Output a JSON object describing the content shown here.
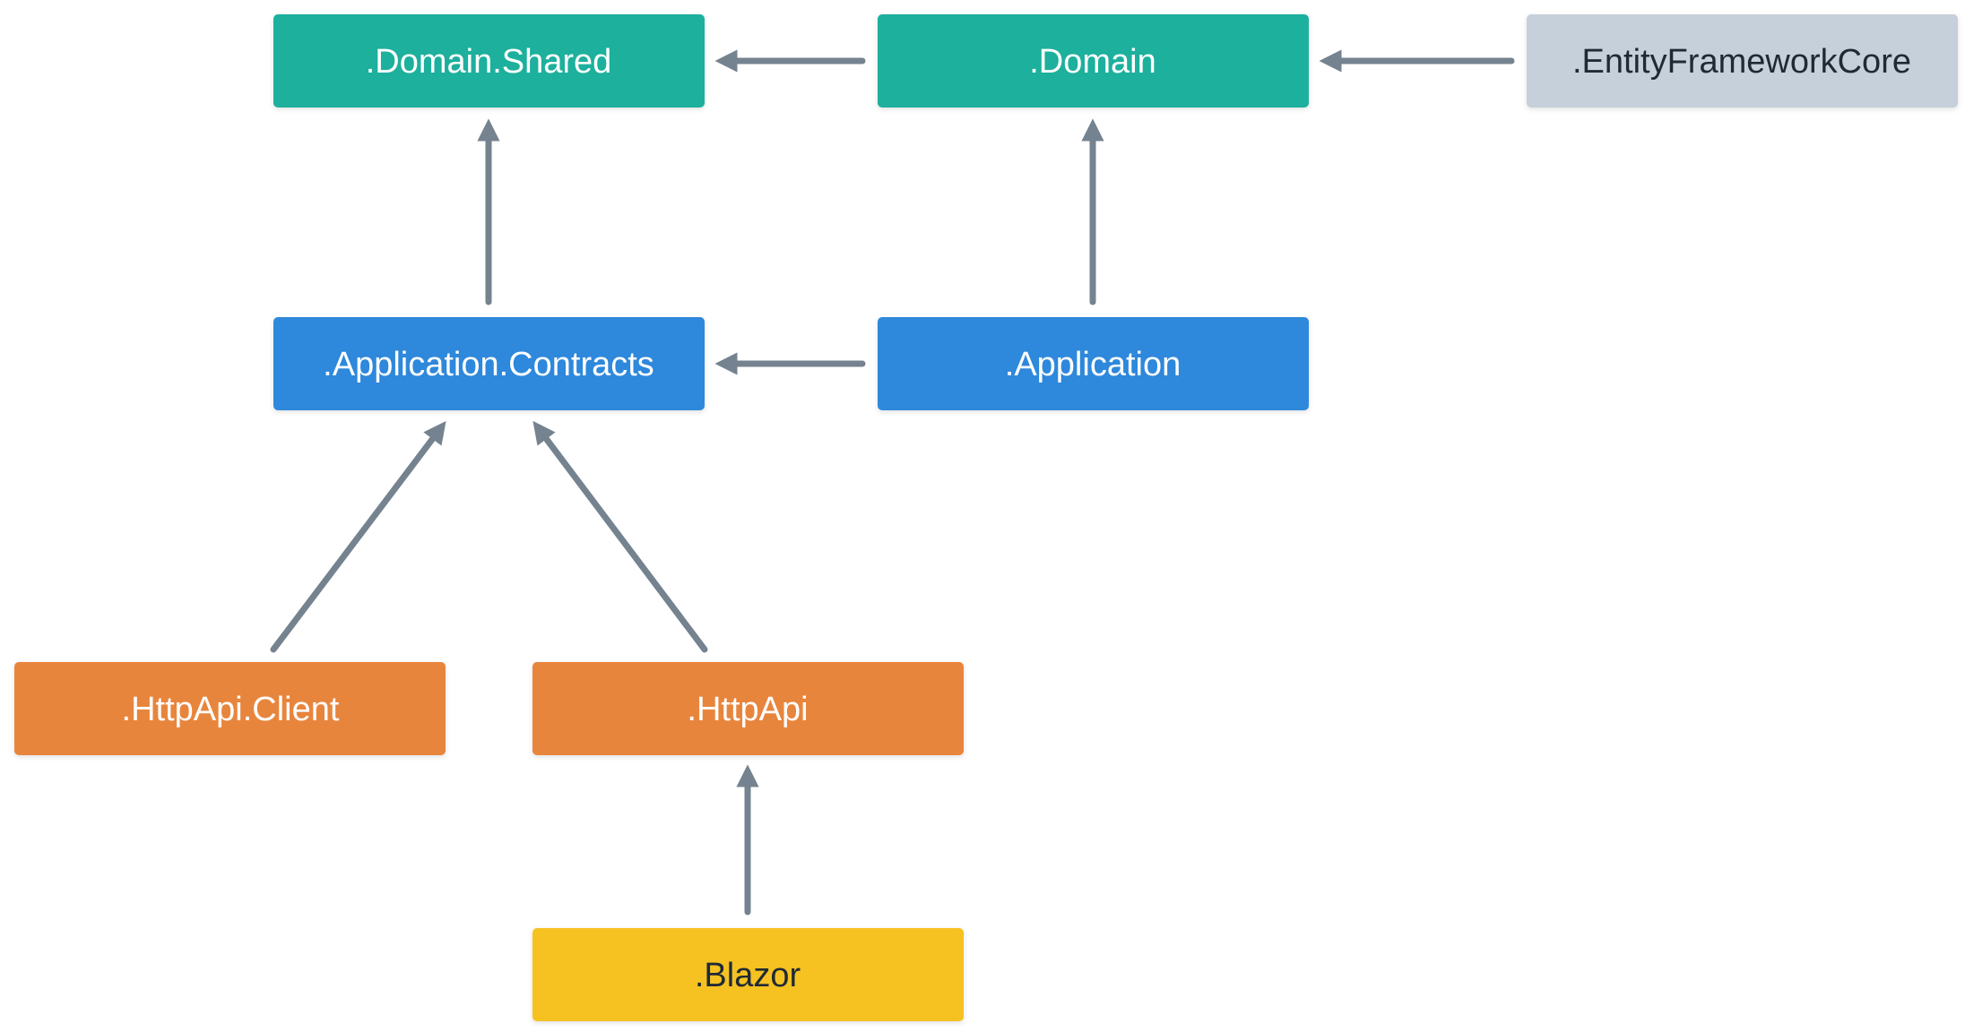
{
  "diagram": {
    "colors": {
      "domain": "#1cb09d",
      "application": "#2d88db",
      "httpapi": "#e8853c",
      "ui": "#f5c224",
      "infrastructure": "#c5d0da",
      "arrow": "#75828f",
      "light_text": "#ffffff",
      "dark_text": "#1f2a36"
    },
    "nodes": {
      "domain_shared": {
        "label": ".Domain.Shared"
      },
      "domain": {
        "label": ".Domain"
      },
      "entity_framework_core": {
        "label": ".EntityFrameworkCore"
      },
      "application_contracts": {
        "label": ".Application.Contracts"
      },
      "application": {
        "label": ".Application"
      },
      "httpapi_client": {
        "label": ".HttpApi.Client"
      },
      "httpapi": {
        "label": ".HttpApi"
      },
      "blazor": {
        "label": ".Blazor"
      }
    },
    "edges": [
      {
        "from": "domain",
        "to": "domain_shared"
      },
      {
        "from": "entity_framework_core",
        "to": "domain"
      },
      {
        "from": "application_contracts",
        "to": "domain_shared"
      },
      {
        "from": "application",
        "to": "domain"
      },
      {
        "from": "application",
        "to": "application_contracts"
      },
      {
        "from": "httpapi_client",
        "to": "application_contracts"
      },
      {
        "from": "httpapi",
        "to": "application_contracts"
      },
      {
        "from": "blazor",
        "to": "httpapi"
      }
    ]
  }
}
